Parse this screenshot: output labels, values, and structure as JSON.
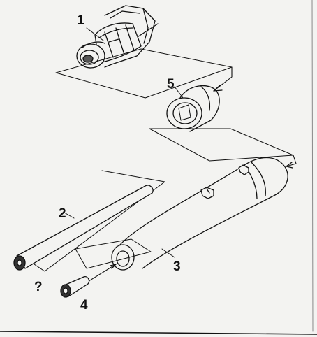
{
  "callouts": {
    "part_1": "1",
    "part_5": "5",
    "part_2": "2",
    "part_3": "3",
    "part_unknown": "?",
    "part_4": "4"
  },
  "colors": {
    "ink": "#111111",
    "paper": "#f3f3f1",
    "shade": "#555555"
  }
}
